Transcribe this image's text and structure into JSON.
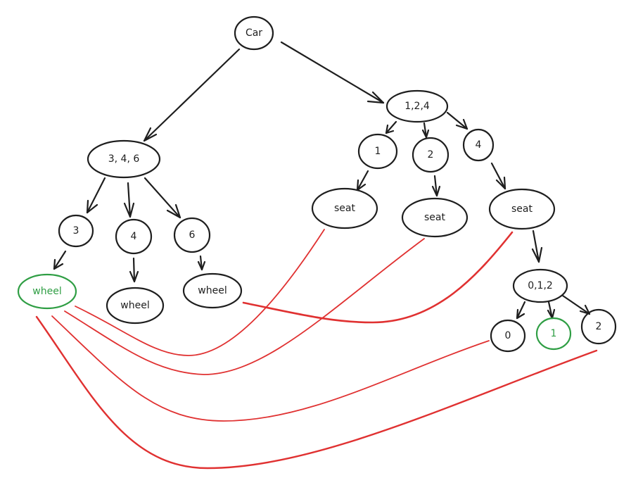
{
  "diagram": {
    "type": "tree",
    "colors": {
      "stroke": "#1e1e1e",
      "highlight": "#2f9e44",
      "link": "#e03131"
    },
    "nodes": [
      {
        "id": "car",
        "label": "Car"
      },
      {
        "id": "left-group",
        "label": "3, 4, 6"
      },
      {
        "id": "n3",
        "label": "3"
      },
      {
        "id": "n4",
        "label": "4"
      },
      {
        "id": "n6",
        "label": "6"
      },
      {
        "id": "wheel-3",
        "label": "wheel",
        "highlight": true
      },
      {
        "id": "wheel-4",
        "label": "wheel"
      },
      {
        "id": "wheel-6",
        "label": "wheel"
      },
      {
        "id": "right-group",
        "label": "1,2,4"
      },
      {
        "id": "r1",
        "label": "1"
      },
      {
        "id": "r2",
        "label": "2"
      },
      {
        "id": "r4",
        "label": "4"
      },
      {
        "id": "seat-1",
        "label": "seat"
      },
      {
        "id": "seat-2",
        "label": "seat"
      },
      {
        "id": "seat-4",
        "label": "seat"
      },
      {
        "id": "sub-group",
        "label": "0,1,2"
      },
      {
        "id": "s0",
        "label": "0"
      },
      {
        "id": "s1",
        "label": "1",
        "highlight": true
      },
      {
        "id": "s2",
        "label": "2"
      }
    ],
    "edges": [
      [
        "car",
        "left-group"
      ],
      [
        "car",
        "right-group"
      ],
      [
        "left-group",
        "n3"
      ],
      [
        "left-group",
        "n4"
      ],
      [
        "left-group",
        "n6"
      ],
      [
        "n3",
        "wheel-3"
      ],
      [
        "n4",
        "wheel-4"
      ],
      [
        "n6",
        "wheel-6"
      ],
      [
        "right-group",
        "r1"
      ],
      [
        "right-group",
        "r2"
      ],
      [
        "right-group",
        "r4"
      ],
      [
        "r1",
        "seat-1"
      ],
      [
        "r2",
        "seat-2"
      ],
      [
        "r4",
        "seat-4"
      ],
      [
        "seat-4",
        "sub-group"
      ],
      [
        "sub-group",
        "s0"
      ],
      [
        "sub-group",
        "s1"
      ],
      [
        "sub-group",
        "s2"
      ]
    ],
    "links": [
      [
        "wheel-3",
        "seat-1"
      ],
      [
        "wheel-3",
        "seat-2"
      ],
      [
        "wheel-3",
        "s0"
      ],
      [
        "wheel-3",
        "s2"
      ],
      [
        "wheel-6",
        "seat-4"
      ]
    ]
  }
}
